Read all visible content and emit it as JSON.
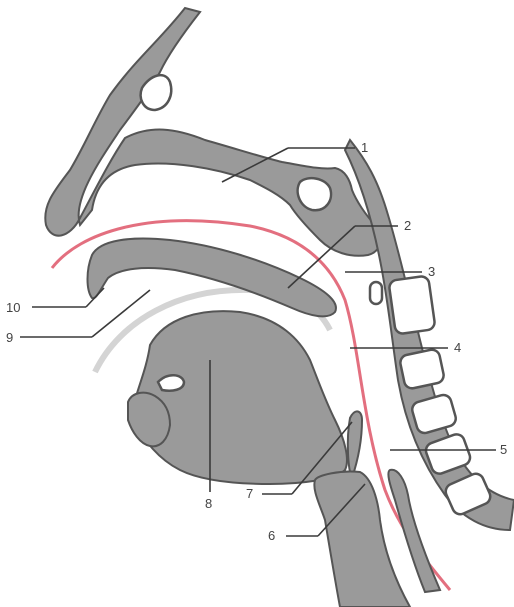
{
  "labels": {
    "l1": "1",
    "l2": "2",
    "l3": "3",
    "l4": "4",
    "l5": "5",
    "l6": "6",
    "l7": "7",
    "l8": "8",
    "l9": "9",
    "l10": "10"
  },
  "colors": {
    "tissue": "#9a9a9a",
    "outline": "#555555",
    "airflow_red": "#e36f7f",
    "airflow_grey": "#d4d4d4",
    "leader": "#3a3a3a"
  }
}
